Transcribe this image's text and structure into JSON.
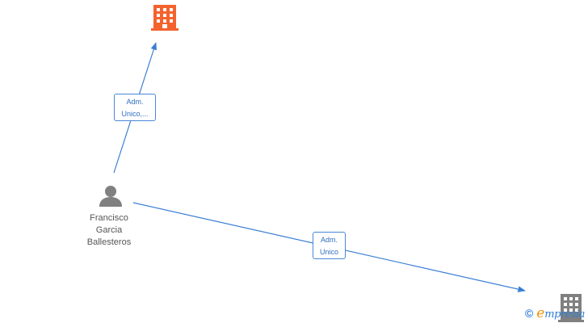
{
  "nodes": {
    "person": {
      "name_lines": [
        "Francisco",
        "Garcia",
        "Ballesteros"
      ]
    },
    "company_top": {
      "color": "#f4622e"
    },
    "company_bottom": {
      "color": "#808080"
    }
  },
  "edges": [
    {
      "from": "person",
      "to": "company_top",
      "label_lines": [
        "Adm.",
        "Unico,..."
      ]
    },
    {
      "from": "person",
      "to": "company_bottom",
      "label_lines": [
        "Adm.",
        "Unico"
      ]
    }
  ],
  "colors": {
    "edge": "#3a7fd5",
    "person_icon": "#808080"
  },
  "watermark": {
    "copyright": "©",
    "brand_initial": "e",
    "brand_rest": "mpresia"
  }
}
